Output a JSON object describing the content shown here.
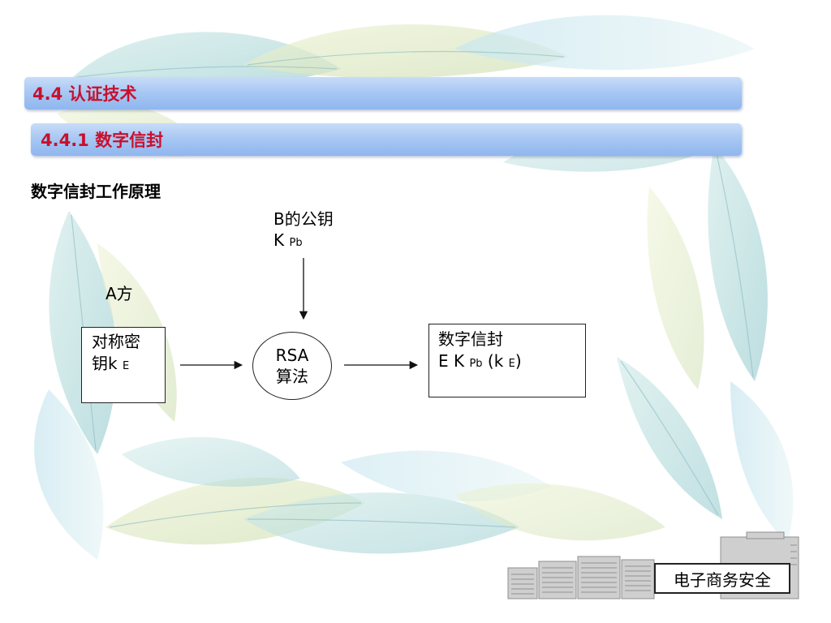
{
  "slide": {
    "section_title": "4.4 认证技术",
    "subsection_title": "4.4.1 数字信封",
    "subtitle": "数字信封工作原理"
  },
  "diagram": {
    "public_key_label": {
      "line1": "B的公钥",
      "prefix": "K ",
      "subscript": "Pb"
    },
    "sender_label": "A方",
    "symmetric_key_box": {
      "line1": "对称密",
      "line2_prefix": "钥k ",
      "line2_subscript": "E"
    },
    "rsa_node": {
      "line1": "RSA",
      "line2": "算法"
    },
    "envelope_box": {
      "line1": "数字信封",
      "part1": "E K ",
      "sub1": "Pb",
      "part2": " (k ",
      "sub2": "E",
      "part3": ")"
    }
  },
  "footer": {
    "badge": "电子商务安全"
  },
  "colors": {
    "title_red": "#c8102e",
    "bar_blue": "#a9c8f3"
  }
}
